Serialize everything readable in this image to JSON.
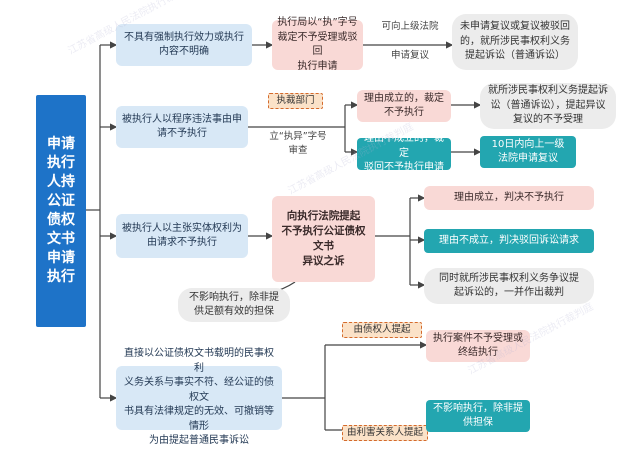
{
  "main_title": "申请\n执行\n人持\n公证\n债权\n文书\n申请\n执行",
  "branches": [
    {
      "label": "不具有强制执行效力或执行\n内容不明确"
    },
    {
      "label": "被执行人以程序违法事由申\n请不予执行"
    },
    {
      "label": "被执行人以主张实体权利为\n由请求不予执行"
    },
    {
      "label": "直接以公证债权文书载明的民事权利\n义务关系与事实不符、经公证的债权文\n书具有法律规定的无效、可撤销等情形\n为由提起普通民事诉讼"
    }
  ],
  "row1": {
    "ruling": "执行局以“执”字号\n裁定不予受理或驳回\n执行申请",
    "note": "可向上级法院\n\n申请复议",
    "result": "未申请复议或复议被驳回\n的，就所涉民事权利义务\n提起诉讼（普通诉讼）"
  },
  "row2": {
    "tag": "执裁部门",
    "note": "立“执异”字号\n审查",
    "established": "理由成立的，裁定\n不予执行",
    "established_result": "就所涉民事权利义务提起诉\n讼（普通诉讼），提起异议\n复议的不予受理",
    "not_established": "理由不成立的，裁定\n驳回不予执行申请",
    "not_established_result": "10日内向上一级\n法院申请复议"
  },
  "row3": {
    "objection": "向执行法院提起\n不予执行公证债权文书\n异议之诉",
    "result_a": "理由成立，判决不予执行",
    "result_b": "理由不成立，判决驳回诉讼请求",
    "result_c": "同时就所涉民事权利义务争议提\n起诉讼的，一并作出裁判",
    "note": "不影响执行，除非提\n供足额有效的担保"
  },
  "row4": {
    "tag_top": "由债权人提起",
    "result_top": "执行案件不予受理或\n终结执行",
    "tag_bottom": "由利害关系人提起",
    "result_bottom": "不影响执行，除非提\n供担保"
  },
  "watermark": "江苏省高级人民法院执行裁判庭"
}
